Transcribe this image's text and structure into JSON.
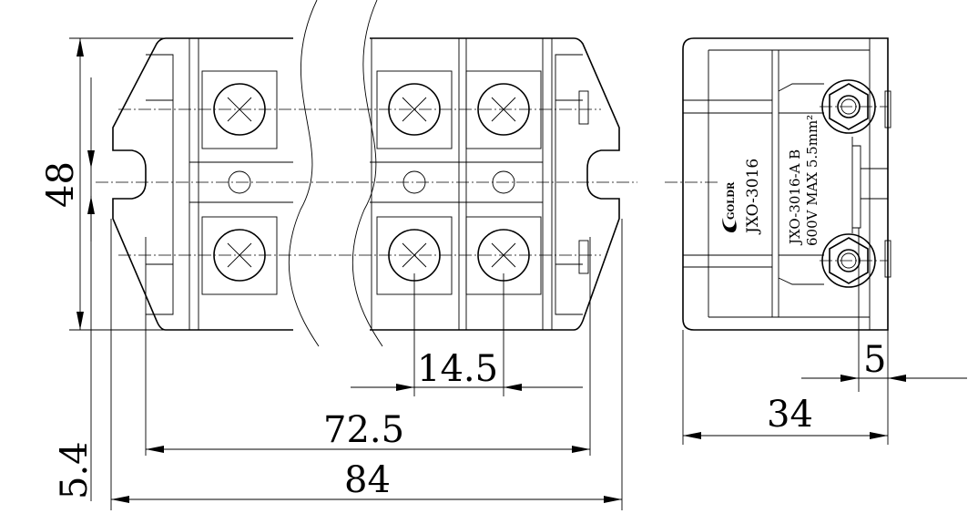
{
  "drawing": {
    "dimensions": {
      "height": "48",
      "offset": "5.4",
      "pitch": "14.5",
      "mount_span": "72.5",
      "total_length": "84",
      "side_width": "34",
      "side_offset": "5"
    },
    "marking": {
      "brand": "GOLDR",
      "model": "JXO-3016",
      "variant": "JXO-3016-A B",
      "rating": "600V MAX 5.5mm²"
    }
  }
}
